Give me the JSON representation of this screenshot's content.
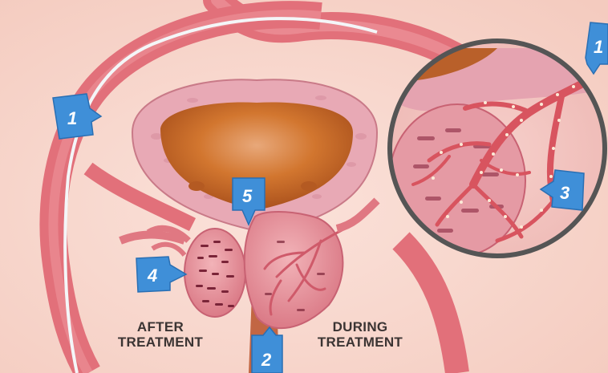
{
  "captions": {
    "after": [
      "AFTER",
      "TREATMENT"
    ],
    "during": [
      "DURING",
      "TREATMENT"
    ]
  },
  "callouts": [
    "1",
    "1",
    "2",
    "3",
    "4",
    "5"
  ],
  "colors": {
    "background": "#f7d6cc",
    "artery": "#e87b82",
    "catheter": "#f2f4f6",
    "bladder_interior": "#c8651c",
    "bladder_wall": "#e6aab8",
    "prostate": "#e18a95",
    "callout": "#3f8fd8",
    "magnifier_ring": "#555555"
  },
  "icons": [
    "arrow-callout-icon"
  ]
}
